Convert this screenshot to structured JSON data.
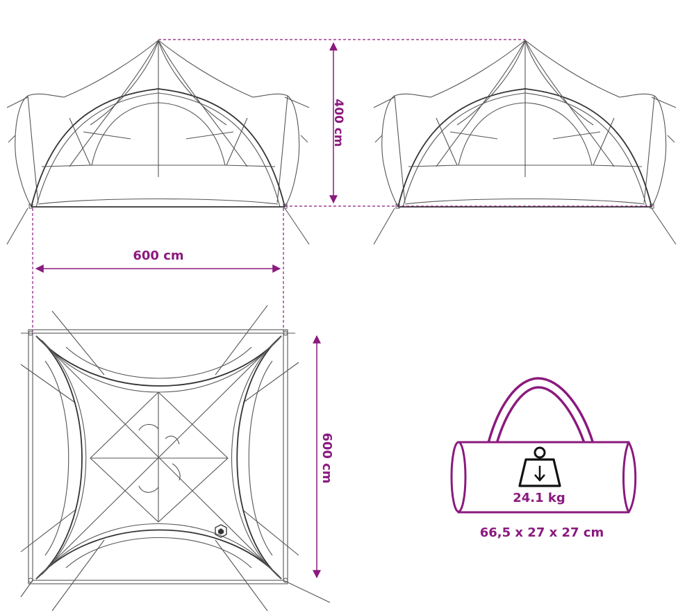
{
  "dimensions": {
    "height_label": "400 cm",
    "width_label": "600 cm",
    "depth_label": "600 cm"
  },
  "bag": {
    "weight_label": "24.1 kg",
    "size_label": "66,5 x 27 x 27 cm"
  },
  "icons": {
    "weight": "weight-icon",
    "bag": "carry-bag-icon",
    "brand": "brand-logo-icon"
  },
  "colors": {
    "accent": "#8a1a7e",
    "line": "#555555"
  }
}
